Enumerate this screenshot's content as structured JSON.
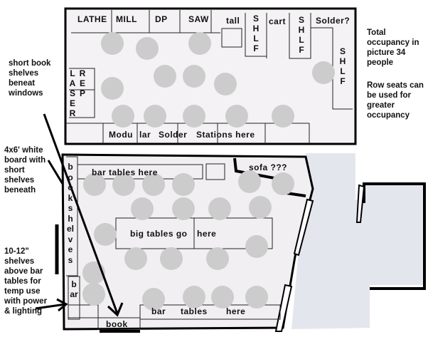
{
  "top_room": {
    "equipment": [
      "LATHE",
      "MILL",
      "DP",
      "SAW",
      "tall",
      "cart",
      "Solder?"
    ],
    "shelves": [
      "SHLF",
      "SHLF",
      "SHLF"
    ],
    "laser": "LASER",
    "rep": "REP",
    "modular": [
      "Modu",
      "lar",
      "Solder",
      "Stations here"
    ]
  },
  "bottom_room": {
    "bar_tables_top": "bar tables here",
    "sofa": "sofa ???",
    "bookshelves": "bookshelves",
    "big_tables": [
      "big tables go",
      "here"
    ],
    "bar_left": "bar",
    "book": "book",
    "bar_tables_bottom": [
      "bar",
      "tables",
      "here"
    ]
  },
  "notes": {
    "short_book": "short book shelves beneat windows",
    "whiteboard": "4x6' white board with short shelves beneath",
    "shelves_above": "10-12\" shelves above bar tables for temp use with power & lighting",
    "occupancy": "Total occupancy in picture 34 people",
    "row_seats": "Row seats can be used for greater occupancy"
  },
  "colors": {
    "seat": "#cccccc",
    "wall": "#000000",
    "floor": "#f1eff2",
    "hall": "#e4e6ee"
  }
}
